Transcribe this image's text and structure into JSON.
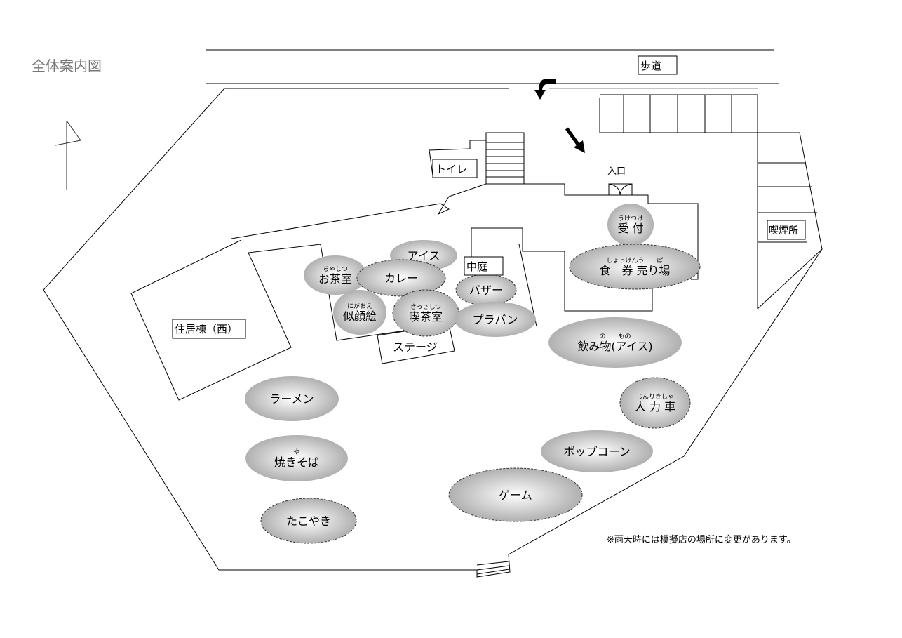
{
  "title": "全体案内図",
  "sidewalk": "歩道",
  "entrance": "入口",
  "toilet": "トイレ",
  "courtyard": "中庭",
  "smoking_area": "喫煙所",
  "residence_west": "住居棟（西）",
  "stage": "ステージ",
  "note": "※雨天時には模擬店の場所に変更があります。",
  "colors": {
    "booth_edge": "#a8a8a8",
    "booth_center": "#ffffff",
    "title": "#777777"
  },
  "booths": [
    {
      "label": "受 付",
      "ruby": "うけつけ"
    },
    {
      "label": "食　券 売り場",
      "ruby": "しょっけんう　　ば"
    },
    {
      "label": "アイス",
      "ruby": ""
    },
    {
      "label": "お茶室",
      "ruby": "ちゃしつ"
    },
    {
      "label": "カレー",
      "ruby": ""
    },
    {
      "label": "バザー",
      "ruby": ""
    },
    {
      "label": "似顔絵",
      "ruby": "にがおえ"
    },
    {
      "label": "喫茶室",
      "ruby": "きっさしつ"
    },
    {
      "label": "プラバン",
      "ruby": ""
    },
    {
      "label": "飲み物(アイス)",
      "ruby": "の　　もの"
    },
    {
      "label": "人 力 車",
      "ruby": "じんりきしゃ"
    },
    {
      "label": "ラーメン",
      "ruby": ""
    },
    {
      "label": "ポップコーン",
      "ruby": ""
    },
    {
      "label": "焼きそば",
      "ruby": "や"
    },
    {
      "label": "ゲーム",
      "ruby": ""
    },
    {
      "label": "たこやき",
      "ruby": ""
    }
  ]
}
